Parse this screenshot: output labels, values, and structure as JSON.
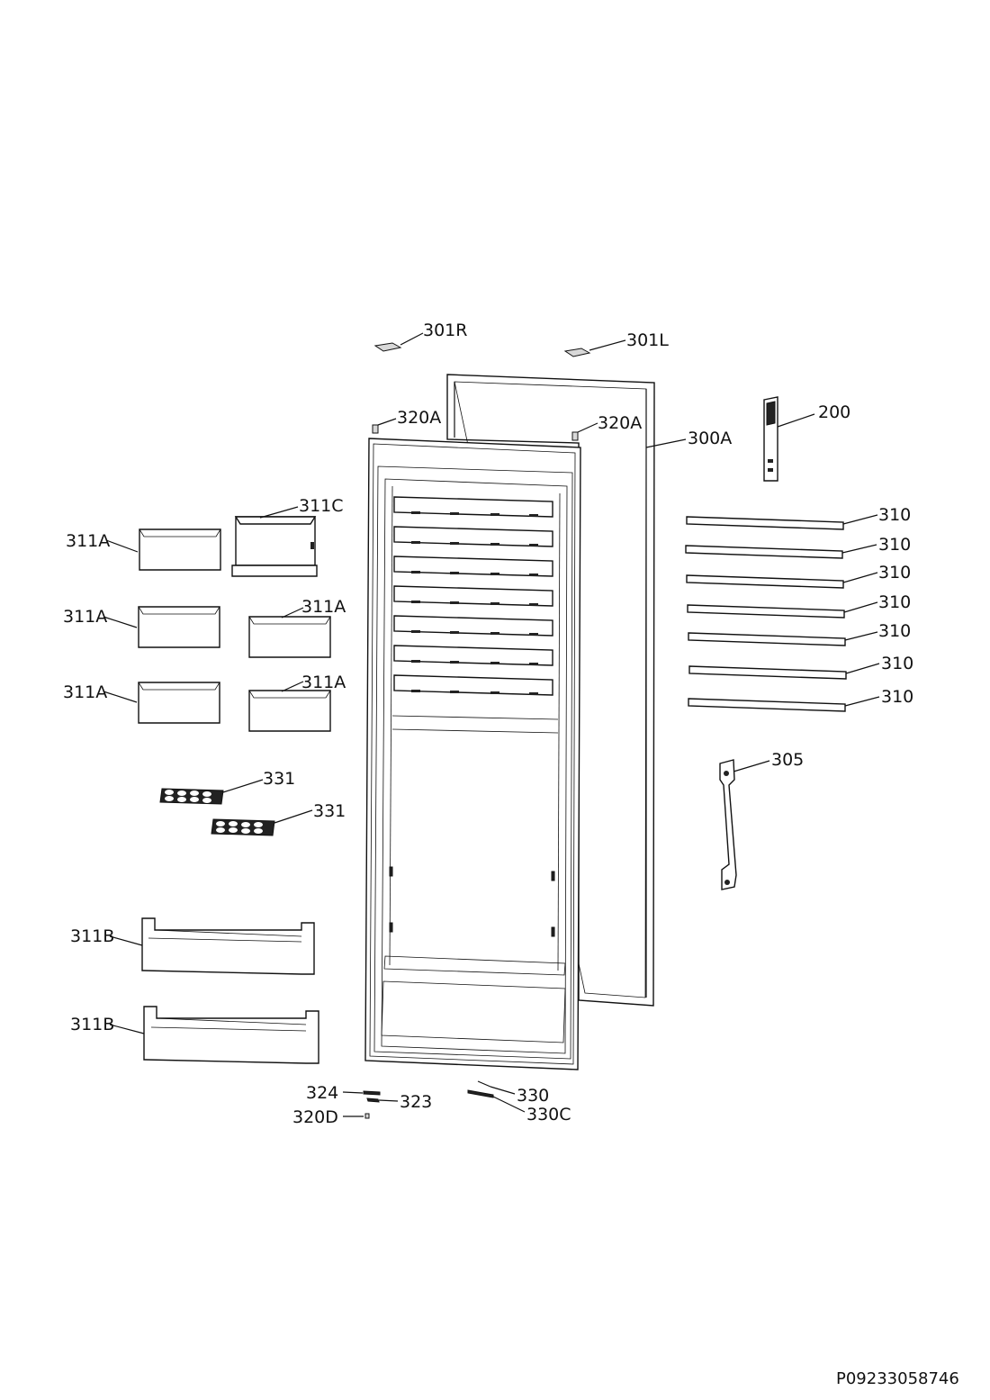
{
  "labels": {
    "l301R": "301R",
    "l301L": "301L",
    "l320A_1": "320A",
    "l320A_2": "320A",
    "l300A": "300A",
    "l200": "200",
    "l311C": "311C",
    "l311A_1": "311A",
    "l311A_2": "311A",
    "l311A_3": "311A",
    "l311A_4": "311A",
    "l311A_5": "311A",
    "l310_1": "310",
    "l310_2": "310",
    "l310_3": "310",
    "l310_4": "310",
    "l310_5": "310",
    "l310_6": "310",
    "l310_7": "310",
    "l305": "305",
    "l331_1": "331",
    "l331_2": "331",
    "l311B_1": "311B",
    "l311B_2": "311B",
    "l324": "324",
    "l323": "323",
    "l320D": "320D",
    "l330": "330",
    "l330C": "330C"
  },
  "drawing_code": "P09233058746"
}
